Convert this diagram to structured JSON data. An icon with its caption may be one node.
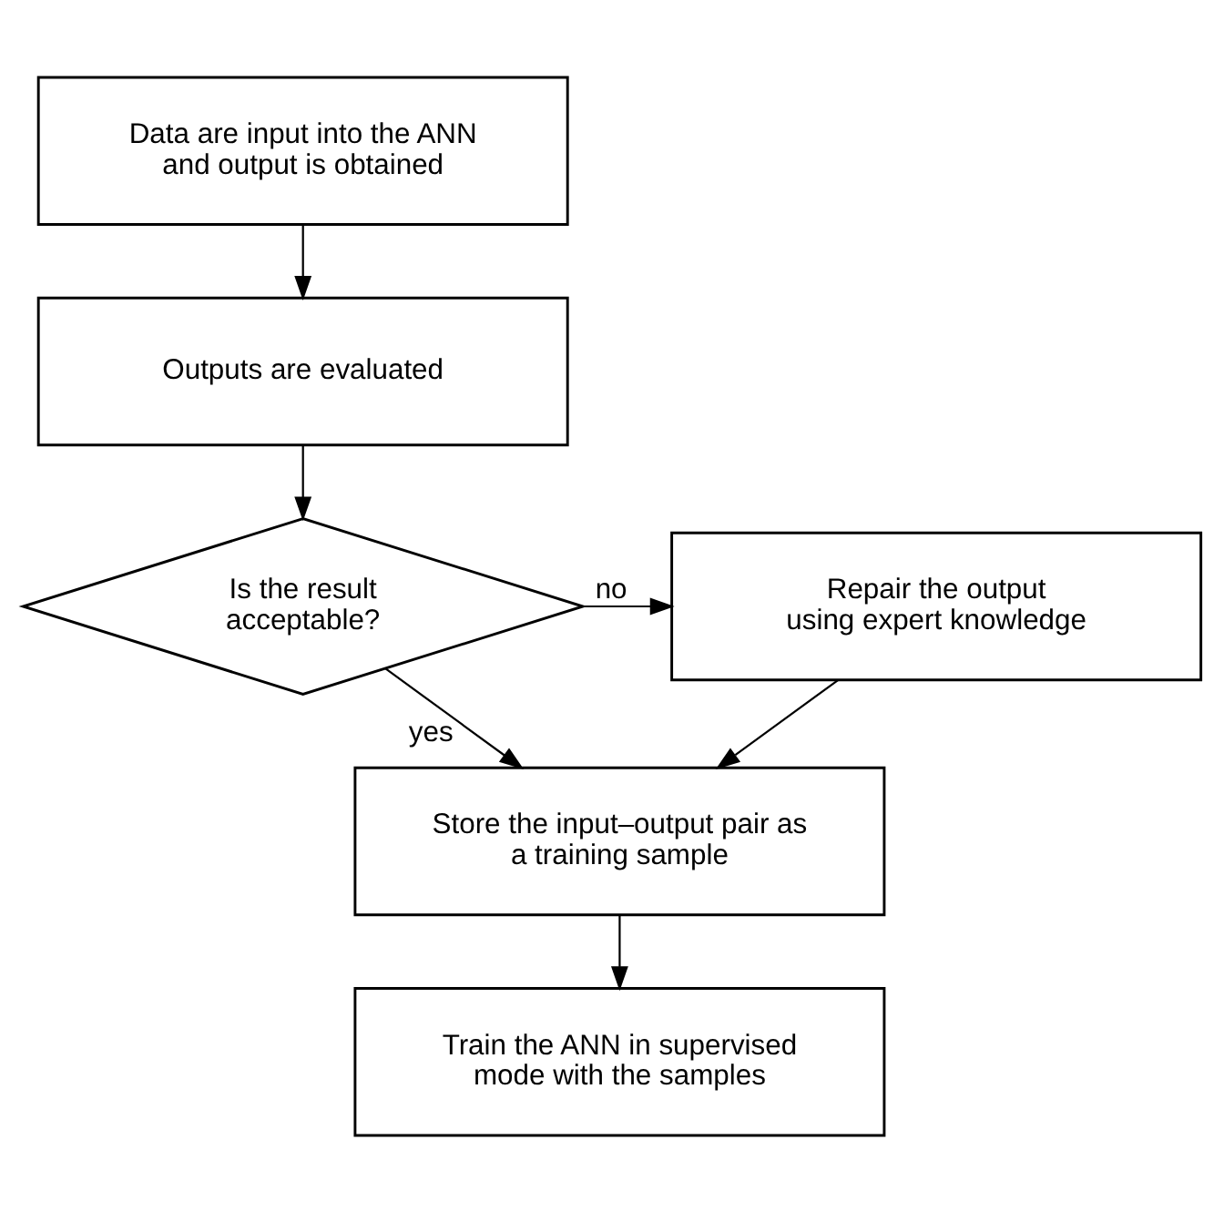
{
  "diagram": {
    "nodes": [
      {
        "text": [
          "Data are input into the ANN and output is obtained"
        ]
      },
      {
        "text": [
          "Outputs are evaluated"
        ]
      },
      {
        "text": [
          "Is the result acceptable?"
        ]
      },
      {
        "text": [
          "Repair the output using expert knowledge"
        ]
      },
      {
        "text": [
          "Store the input–output pair as a training sample"
        ]
      },
      {
        "text": [
          "Train the ANN in supervised mode with the samples"
        ]
      }
    ],
    "edges": [
      {
        "from": 0,
        "to": 1,
        "arrow": "to"
      },
      {
        "from": 1,
        "to": 2,
        "arrow": "to"
      },
      {
        "from": 2,
        "to": 3,
        "arrow": "to",
        "label": "no"
      },
      {
        "from": 2,
        "to": 4,
        "arrow": "to",
        "label": "yes"
      },
      {
        "from": 3,
        "to": 4,
        "arrow": "to"
      },
      {
        "from": 4,
        "to": 5,
        "arrow": "to"
      }
    ]
  }
}
